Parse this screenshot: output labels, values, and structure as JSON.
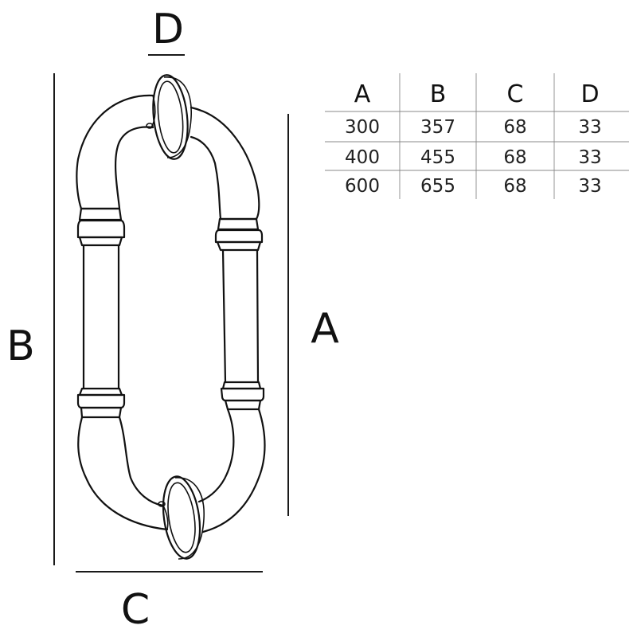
{
  "labels": {
    "a": "A",
    "b": "B",
    "c": "C",
    "d": "D"
  },
  "table": {
    "headers": [
      "A",
      "B",
      "C",
      "D"
    ],
    "rows": [
      [
        "300",
        "357",
        "68",
        "33"
      ],
      [
        "400",
        "455",
        "68",
        "33"
      ],
      [
        "600",
        "655",
        "68",
        "33"
      ]
    ]
  }
}
